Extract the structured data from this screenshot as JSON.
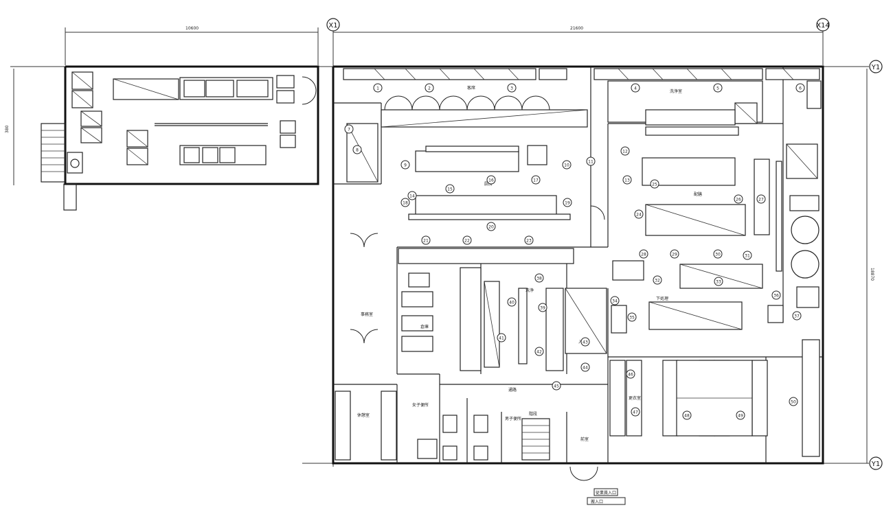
{
  "axes": {
    "x1": "X1",
    "x14": "X14",
    "y1_top": "Y1",
    "y1_bottom": "Y1"
  },
  "dimensions": {
    "top_left": "10600",
    "top_right": "21600",
    "left_side": "380",
    "right_side": "18870"
  },
  "rooms": {
    "hall": "客席",
    "prep": "洗浄室",
    "kitchen": "厨房",
    "bar": "配膳",
    "dish": "洗浄",
    "office": "事務室",
    "storage": "倉庫",
    "locker": "更衣室",
    "corridor": "通路",
    "stair": "階段",
    "wc_m": "男子便所",
    "wc_f": "女子便所",
    "entry": "入口",
    "vest": "前室",
    "lounge": "休憩室",
    "pantry": "下処理"
  },
  "entrance": {
    "line1": "従業員入口",
    "line2": "搬入口"
  },
  "equipment_tags": [
    "1",
    "2",
    "3",
    "4",
    "5",
    "6",
    "7",
    "8",
    "9",
    "10",
    "11",
    "12",
    "13",
    "14",
    "15",
    "16",
    "17",
    "18",
    "19",
    "20",
    "21",
    "22",
    "23",
    "24",
    "25",
    "26",
    "27",
    "28",
    "29",
    "30",
    "31",
    "32",
    "33",
    "34",
    "35",
    "36",
    "37",
    "38",
    "39",
    "40",
    "41",
    "42",
    "43",
    "44",
    "45",
    "46",
    "47",
    "48",
    "49",
    "50"
  ]
}
